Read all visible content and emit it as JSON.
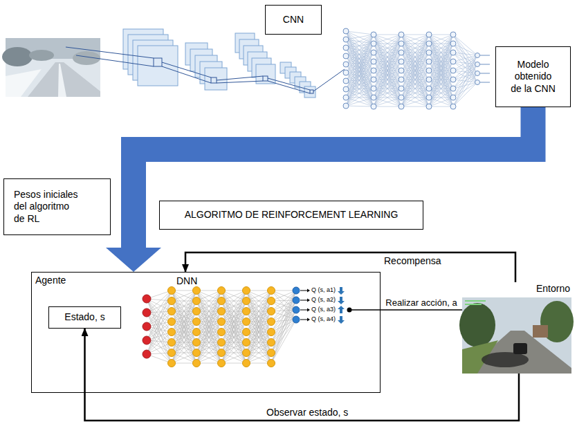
{
  "diagram": {
    "nodes": [
      {
        "text": [
          "CNN"
        ]
      },
      {
        "text": [
          "Modelo obtenido de la CNN"
        ]
      },
      {
        "text": [
          "Pesos iniciales del algoritmo de RL"
        ]
      },
      {
        "text": [
          "ALGORITMO DE REINFORCEMENT LEARNING"
        ]
      },
      {
        "text": [
          "Agente"
        ]
      },
      {
        "text": [
          "Estado, s"
        ],
        "in": 4
      },
      {
        "text": [
          "Entorno"
        ]
      }
    ],
    "edges": [
      {
        "from": 1,
        "to": 4,
        "arrow": "to"
      },
      {
        "from": 6,
        "to": 4,
        "label": "Recompensa",
        "arrow": "to"
      },
      {
        "from": 4,
        "to": 6,
        "label": "Realizar acción, a",
        "arrow": "none"
      },
      {
        "from": 6,
        "to": 5,
        "label": "Observar estado, s",
        "arrow": "to"
      }
    ],
    "labels": [
      "DNN",
      "Q (s, a1)",
      "Q (s, a2)",
      "Q (s, a3)",
      "Q (s, a4)"
    ]
  }
}
